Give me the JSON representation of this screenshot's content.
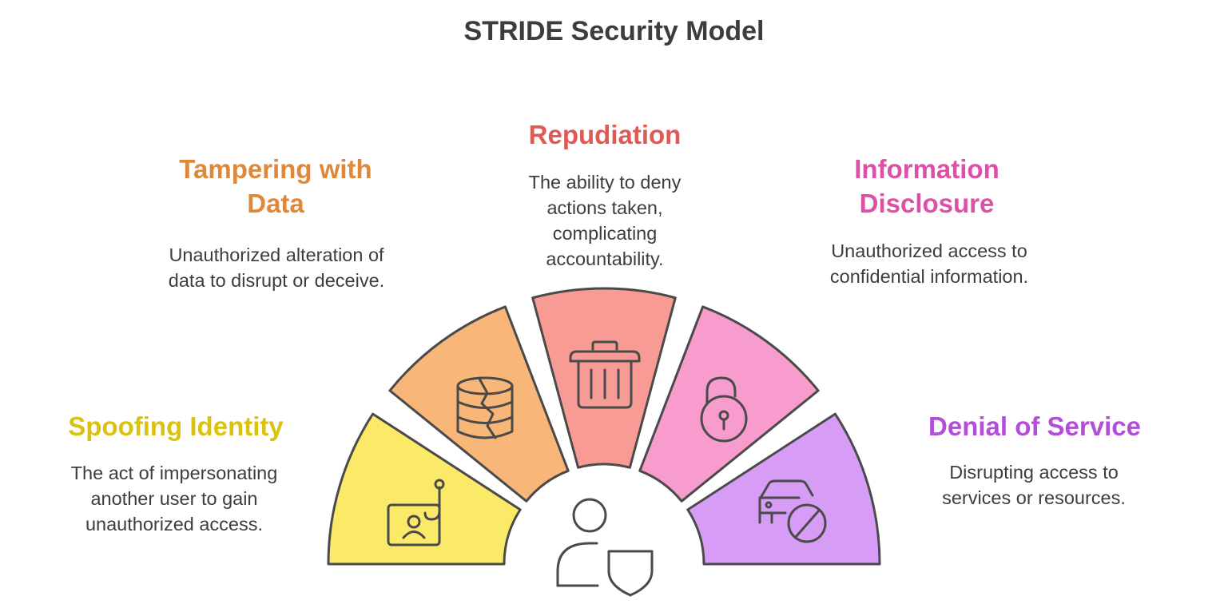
{
  "title": "STRIDE Security Model",
  "colors": {
    "outline": "#4a4a4a",
    "text": "#3d3d3d"
  },
  "categories": [
    {
      "key": "spoofing",
      "title": "Spoofing Identity",
      "description": "The act of impersonating another user to gain unauthorized access.",
      "title_color": "#d9c30f",
      "fill": "#fbea67",
      "icon": "phishing-hook-icon"
    },
    {
      "key": "tampering",
      "title": "Tampering with Data",
      "description": "Unauthorized alteration of data to disrupt or deceive.",
      "title_color": "#e0883a",
      "fill": "#f9b679",
      "icon": "broken-database-icon"
    },
    {
      "key": "repudiation",
      "title": "Repudiation",
      "description": "The ability to deny actions taken, complicating accountability.",
      "title_color": "#e05a55",
      "fill": "#f79b94",
      "icon": "trash-can-icon"
    },
    {
      "key": "disclosure",
      "title": "Information Disclosure",
      "description": "Unauthorized access to confidential information.",
      "title_color": "#de4fa6",
      "fill": "#f89ccd",
      "icon": "unlocked-padlock-icon"
    },
    {
      "key": "dos",
      "title": "Denial of Service",
      "description": "Disrupting access to services or resources.",
      "title_color": "#b24ed9",
      "fill": "#d79cf6",
      "icon": "blocked-car-icon"
    }
  ],
  "center_icon": "user-shield-icon"
}
